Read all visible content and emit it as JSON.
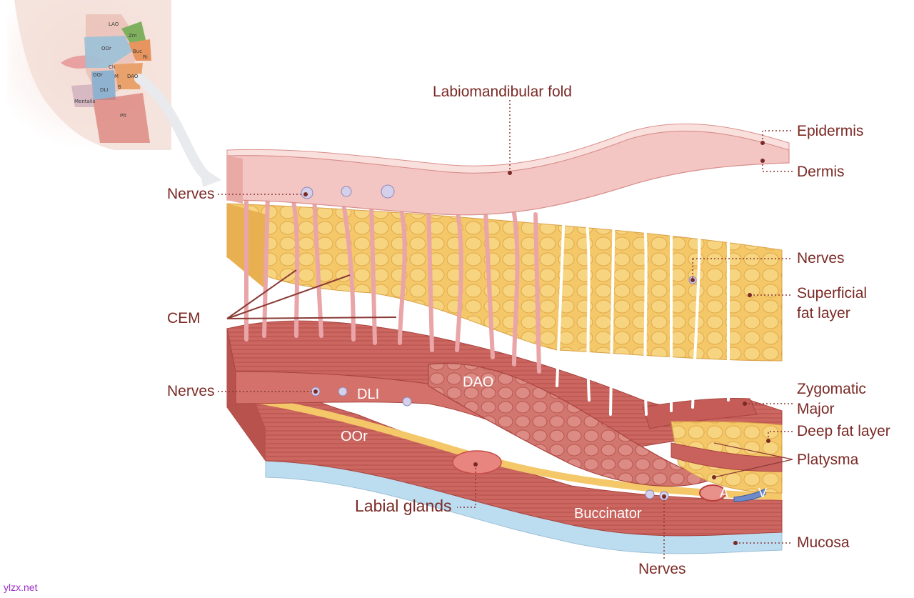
{
  "labels": {
    "labiomandibular_fold": "Labiomandibular fold",
    "epidermis": "Epidermis",
    "dermis": "Dermis",
    "nerves_top_left": "Nerves",
    "nerves_right": "Nerves",
    "superficial_fat_1": "Superficial",
    "superficial_fat_2": "fat layer",
    "cem": "CEM",
    "nerves_mid_left": "Nerves",
    "zygomatic_1": "Zygomatic",
    "zygomatic_2": "Major",
    "deep_fat": "Deep fat layer",
    "platysma": "Platysma",
    "labial_glands": "Labial glands",
    "mucosa": "Mucosa",
    "nerves_bottom": "Nerves"
  },
  "inner_labels": {
    "dli": "DLI",
    "dao": "DAO",
    "oor": "OOr",
    "buccinator": "Buccinator",
    "artery": "A",
    "vein": "V"
  },
  "inset": {
    "lao": "LAO",
    "zm": "Zm",
    "oor_upper": "OOr",
    "buc": "Buc",
    "ri": "Ri",
    "ch": "Ch",
    "oor_lower": "OOr",
    "m": "M",
    "dao": "DAO",
    "dli": "DLI",
    "b": "B",
    "mentalis": "Mentalis",
    "plt": "Plt"
  },
  "watermark": "ylzx.net",
  "colors": {
    "label": "#7a2a26",
    "skin": "#f4c6c3",
    "fat": "#f4c768",
    "muscle": "#c8615c",
    "mucosa": "#bcdcf0",
    "septa": "#ffffff"
  }
}
